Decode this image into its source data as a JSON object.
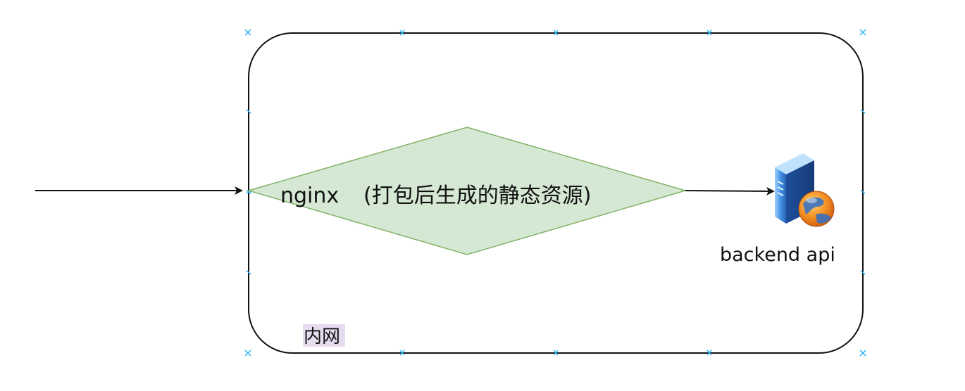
{
  "diagram": {
    "nginx_label": "nginx",
    "nginx_note": "(打包后生成的静态资源)",
    "backend_label": "backend api",
    "zone_label": "内网"
  },
  "colors": {
    "diamond_fill": "#d5e8d4",
    "diamond_stroke": "#82b366",
    "container_stroke": "#111111",
    "arrow": "#111111",
    "handle": "#29b6f2",
    "zone_label_bg": "#e6dcef",
    "server_body": "#3f8de0",
    "globe": "#f28a1f"
  },
  "icons": {
    "backend": "server-globe-icon"
  }
}
